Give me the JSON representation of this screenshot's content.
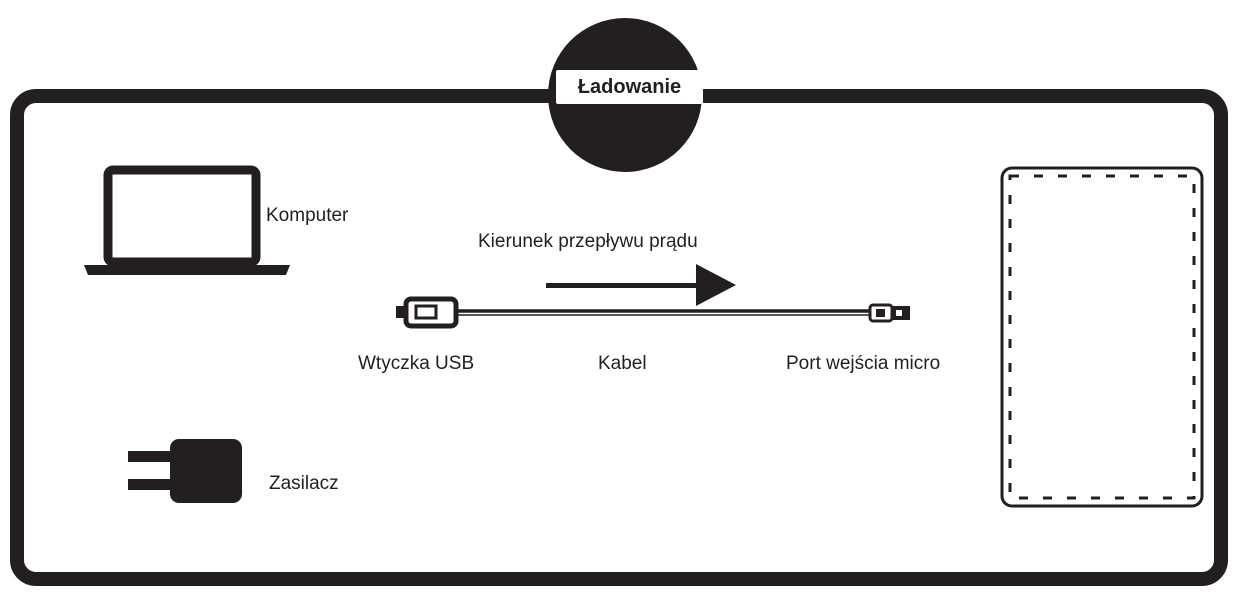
{
  "title": "Ładowanie",
  "labels": {
    "computer": "Komputer",
    "current_direction": "Kierunek przepływu prądu",
    "usb_plug": "Wtyczka USB",
    "cable": "Kabel",
    "micro_port": "Port wejścia micro",
    "power_adapter": "Zasilacz"
  },
  "icons": {
    "computer": "laptop-icon",
    "power_adapter": "power-adapter-icon",
    "cable": "usb-cable-icon",
    "arrow": "arrow-right-icon",
    "device": "device-icon"
  },
  "colors": {
    "line": "#231f20",
    "background": "#ffffff"
  }
}
